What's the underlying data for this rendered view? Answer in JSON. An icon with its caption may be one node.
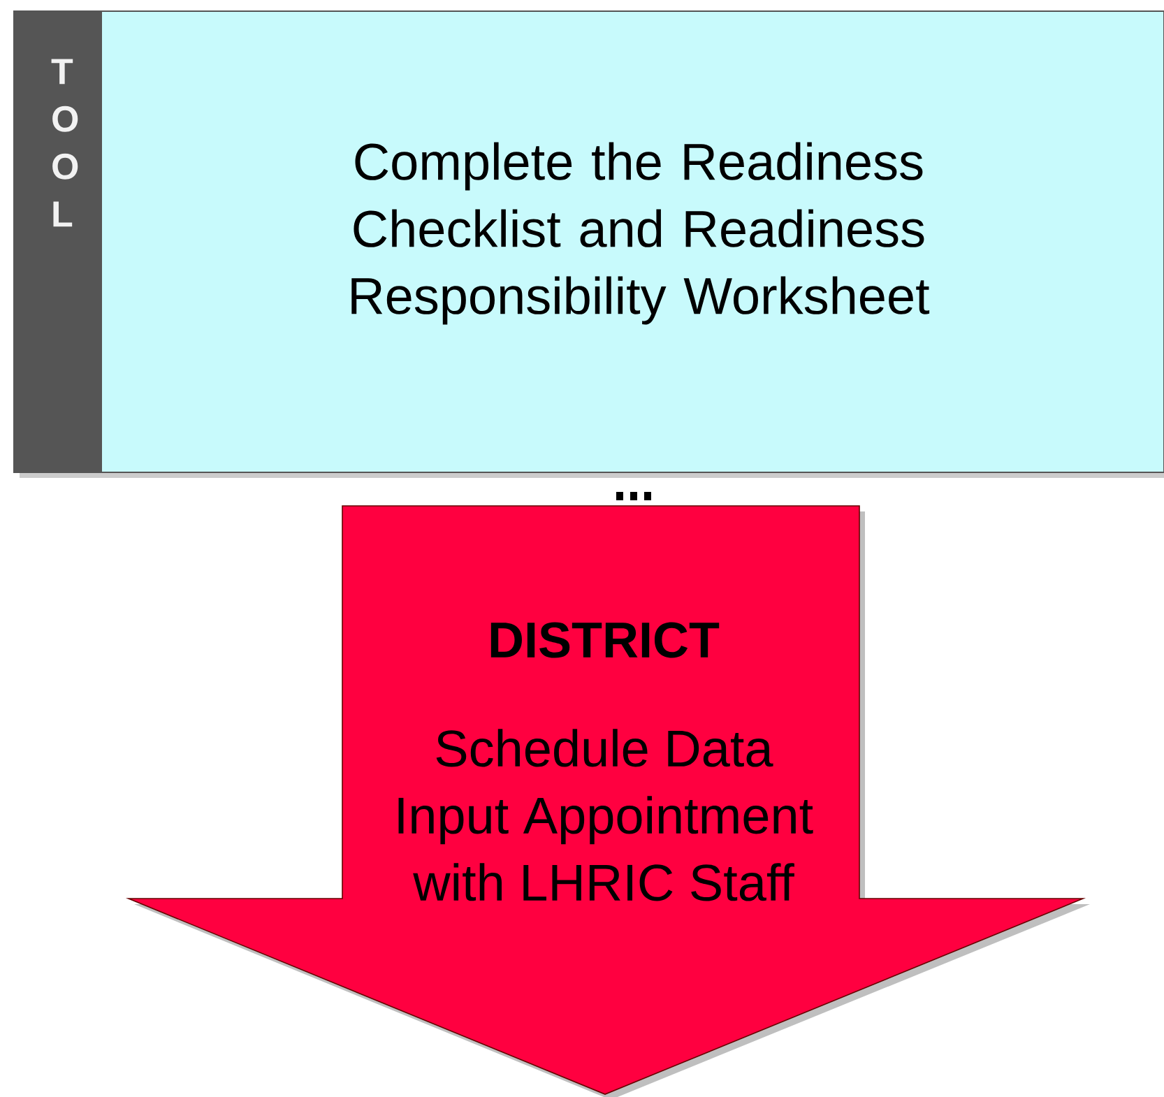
{
  "diagram": {
    "nodes": [
      {
        "text": [
          "Complete the Readiness Checklist and Readiness Responsibility Worksheet"
        ]
      },
      {
        "text": [
          "T O O L"
        ],
        "in": 0
      },
      {
        "text": [
          "DISTRICT",
          "Schedule Data Input Appointment with LHRIC Staff"
        ]
      }
    ]
  }
}
